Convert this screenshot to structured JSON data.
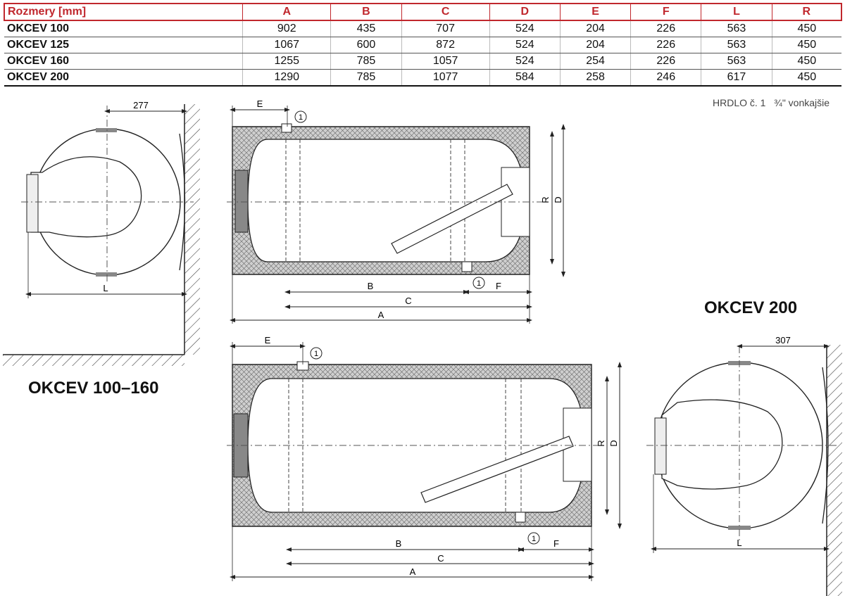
{
  "table": {
    "headers": [
      "Rozmery [mm]",
      "A",
      "B",
      "C",
      "D",
      "E",
      "F",
      "L",
      "R"
    ],
    "rows": [
      [
        "OKCEV 100",
        "902",
        "435",
        "707",
        "524",
        "204",
        "226",
        "563",
        "450"
      ],
      [
        "OKCEV 125",
        "1067",
        "600",
        "872",
        "524",
        "204",
        "226",
        "563",
        "450"
      ],
      [
        "OKCEV 160",
        "1255",
        "785",
        "1057",
        "524",
        "254",
        "226",
        "563",
        "450"
      ],
      [
        "OKCEV 200",
        "1290",
        "785",
        "1077",
        "584",
        "258",
        "246",
        "617",
        "450"
      ]
    ]
  },
  "note": {
    "neck_label": "HRDLO č. 1",
    "neck_value": "¾\" vonkajšie"
  },
  "captions": {
    "small": "OKCEV 100–160",
    "big": "OKCEV 200"
  },
  "drawing_top": {
    "side_width": "277",
    "side_length_label": "L",
    "dim_E": "E",
    "dim_B": "B",
    "dim_C": "C",
    "dim_A": "A",
    "dim_F": "F",
    "dim_R": "R",
    "dim_D": "D",
    "marker": "1"
  },
  "drawing_bottom": {
    "side_width": "307",
    "side_length_label": "L",
    "dim_E": "E",
    "dim_B": "B",
    "dim_C": "C",
    "dim_A": "A",
    "dim_F": "F",
    "dim_R": "R",
    "dim_D": "D",
    "marker": "1"
  },
  "colors": {
    "accent": "#c0272d",
    "line": "#222222",
    "insulation": "#cfcfcf"
  }
}
